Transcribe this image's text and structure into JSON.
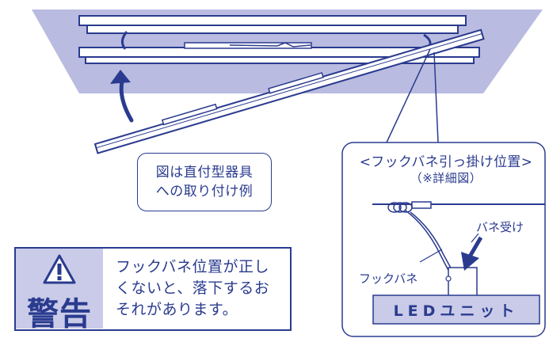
{
  "caption": {
    "line1": "図は直付型器具",
    "line2": "への取り付け例"
  },
  "warning": {
    "title": "警告",
    "line1": "フックバネ位置が正し",
    "line2": "くないと、落下するお",
    "line3": "それがあります。"
  },
  "detail": {
    "title": "<フックバネ引っ掛け位置>",
    "subtitle": "（※詳細図）",
    "spring_receiver_label": "バネ受け",
    "hook_spring_label": "フックバネ",
    "led_unit_label": "LEDユニット"
  },
  "colors": {
    "ceiling": "#b9bbe0",
    "line": "#2a3b8f",
    "warning_panel": "#c9cbe8",
    "led_unit": "#c9cbe8"
  },
  "icons": [
    "up-arrow-icon",
    "warning-triangle-icon",
    "down-arrow-icon"
  ]
}
